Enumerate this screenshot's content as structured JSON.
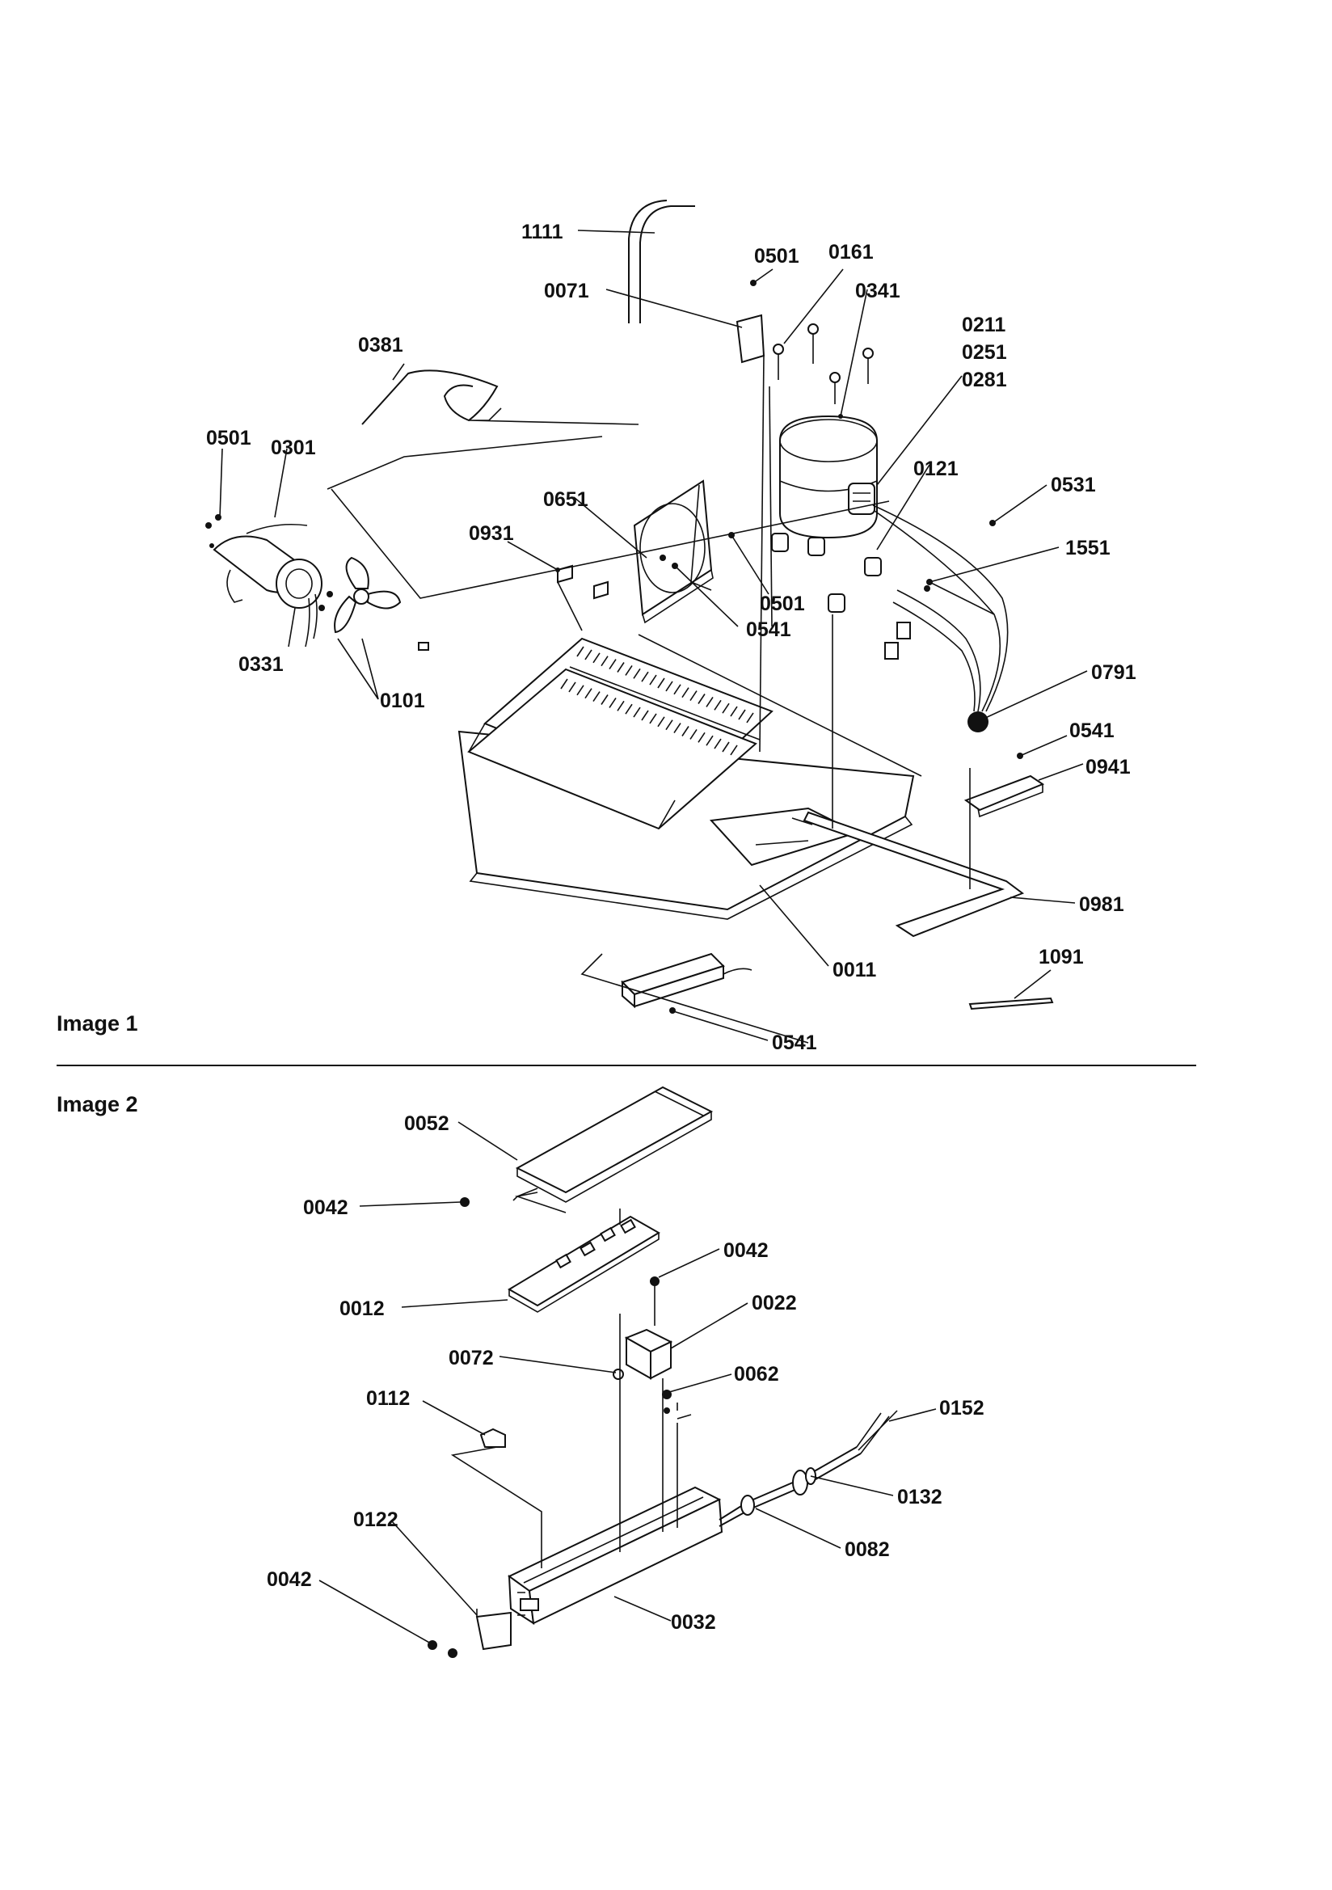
{
  "sections": {
    "image1": "Image 1",
    "image2": "Image 2"
  },
  "image1_labels": [
    "1111",
    "0501",
    "0161",
    "0071",
    "0341",
    "0211",
    "0251",
    "0281",
    "0381",
    "0501",
    "0301",
    "0121",
    "0531",
    "0931",
    "0651",
    "1551",
    "0501",
    "0541",
    "0331",
    "0101",
    "0791",
    "0541",
    "0941",
    "0981",
    "1091",
    "0011",
    "0541"
  ],
  "image2_labels": [
    "0052",
    "0042",
    "0042",
    "0012",
    "0022",
    "0072",
    "0062",
    "0112",
    "0152",
    "0132",
    "0122",
    "0082",
    "0042",
    "0032"
  ],
  "colors": {
    "ink": "#111111",
    "paper": "#ffffff"
  }
}
